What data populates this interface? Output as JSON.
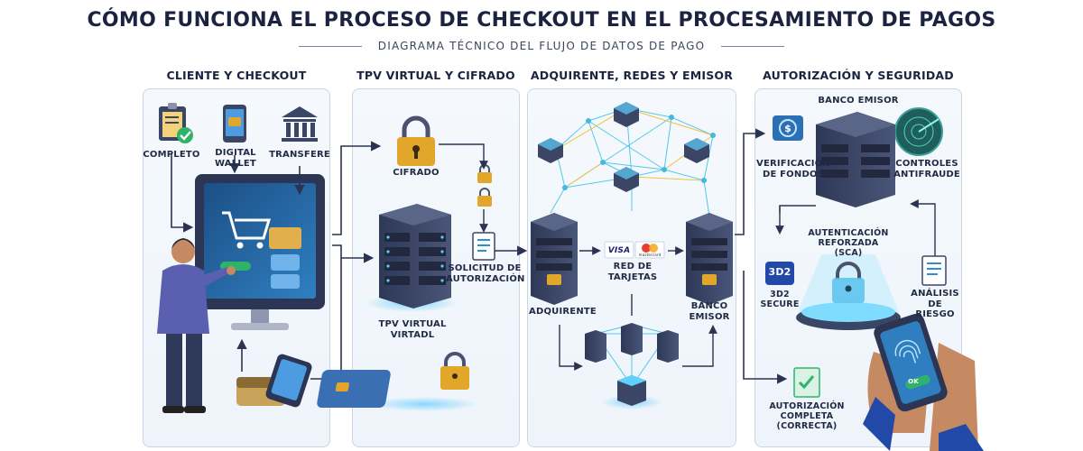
{
  "title": "CÓMO FUNCIONA EL PROCESO DE CHECKOUT EN EL PROCESAMIENTO DE PAGOS",
  "subtitle": "DIAGRAMA TÉCNICO DEL FLUJO DE DATOS DE PAGO",
  "columns": [
    {
      "header": "CLIENTE Y CHECKOUT"
    },
    {
      "header": "TPV VIRTUAL Y CIFRADO"
    },
    {
      "header": "ADQUIRENTE, REDES Y EMISOR"
    },
    {
      "header": "AUTORIZACIÓN Y SEGURIDAD"
    }
  ],
  "client": {
    "completo": "COMPLETO",
    "wallet": "DIGITAL\nWALLET",
    "transfer": "TRANSFERE"
  },
  "tpv": {
    "cifrado": "CIFRADO",
    "solicitud": "SOLICITUD DE\nAUTORIZACIÓN",
    "tpv_label": "TPV VIRTUAL\nVIRTADL"
  },
  "network": {
    "adquirente": "ADQUIRENTE",
    "red": "RED DE\nTARJETAS",
    "banco": "BANCO\nEMISOR",
    "visa": "VISA",
    "mastercard": "mastercard"
  },
  "auth": {
    "banco_emisor": "BANCO EMISOR",
    "verificacion": "VERIFICACIÓN\nDE FONDOS",
    "controles": "CONTROLES\nANTIFRAUDE",
    "autenticacion": "AUTENTICACIÓN\nREFORZADA\n(SCA)",
    "secure_badge": "3D2",
    "secure": "3D2\nSECURE",
    "analisis": "ANÁLISIS\nDE RIESGO",
    "completa": "AUTORIZACIÓN\nCOMPLETA\n(CORRECTA)",
    "ok": "OK"
  },
  "colors": {
    "accent": "#2c8fd6",
    "server": "#3b4666",
    "lock": "#e2a72a",
    "green": "#2fb36a",
    "panel_border": "#c9d6e6"
  }
}
